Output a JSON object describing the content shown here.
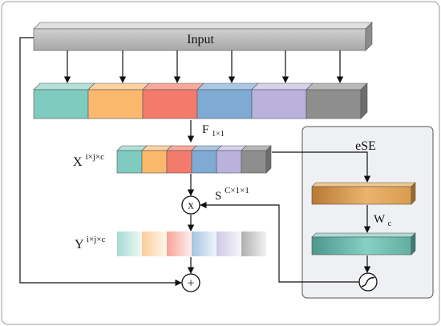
{
  "diagram": {
    "input_label": "Input",
    "conv_label": {
      "base": "F",
      "sub": "1×1"
    },
    "x_label": {
      "base": "X",
      "sup": "i×j×c"
    },
    "s_label": {
      "base": "S",
      "sup": "C×1×1"
    },
    "y_label": {
      "base": "Y",
      "sup": "i×j×c"
    },
    "ese_title": "eSE",
    "w_label": {
      "base": "W",
      "sub": "c"
    },
    "multiply_symbol": "x",
    "add_symbol": "+",
    "icons": {
      "multiply": "multiply-icon",
      "add": "plus-icon",
      "activation": "sigmoid-icon"
    }
  },
  "palette": {
    "segments": [
      "#7fcbbf",
      "#f9b86e",
      "#f47b6b",
      "#7eaad3",
      "#bab1dd",
      "#8e8e8e"
    ],
    "segments_top": [
      "#b2e1d9",
      "#fcd2a1",
      "#f8a99e",
      "#aac8e5",
      "#d7d1ec",
      "#b9b9b9"
    ],
    "bar_side": "#6e6e6e",
    "input_front": [
      "#d0d0d0",
      "#a8a8a8"
    ],
    "input_top": "#e0e0e0",
    "input_side": "#8c8c8c",
    "ese_panel": "#eef0f3",
    "orange_bar": [
      "#b87a33",
      "#eab46c",
      "#d99b50"
    ],
    "orange_top": "#f2c98f",
    "orange_side": "#a2682a",
    "teal_bar": [
      "#4d978c",
      "#88cfc4",
      "#62ae9f"
    ],
    "teal_top": "#a9ddd4",
    "teal_side": "#3e7d73"
  }
}
